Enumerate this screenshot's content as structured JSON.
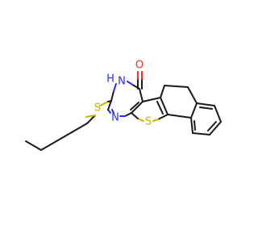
{
  "molecule": {
    "atoms": {
      "o_label": "O",
      "nh_n_label": "N",
      "nh_h_label": "H",
      "n_label": "N",
      "s_ring_label": "S",
      "s_chain_label": "S"
    }
  }
}
